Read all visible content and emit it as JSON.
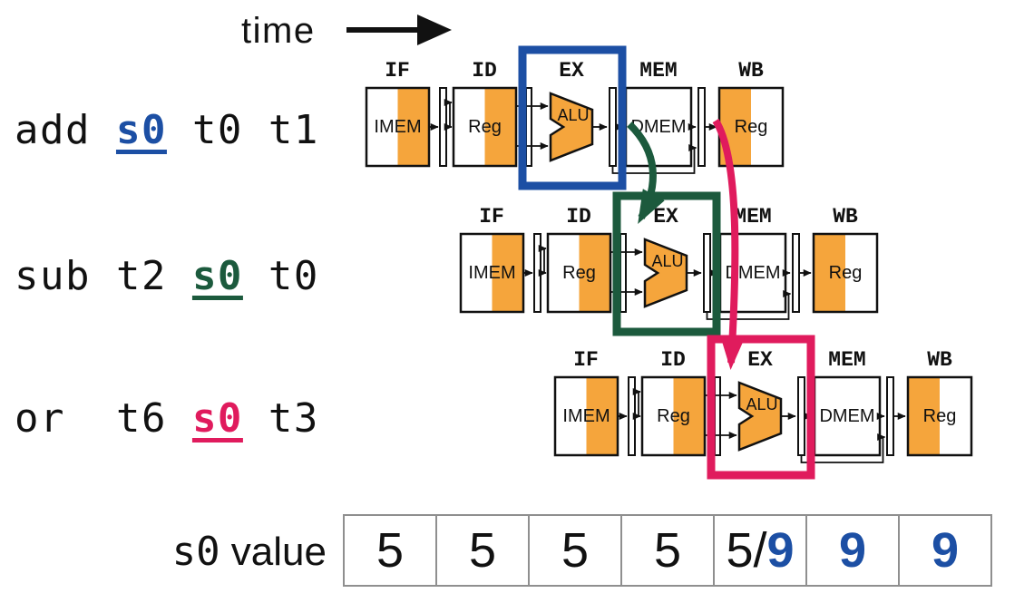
{
  "time_label": "time",
  "colors": {
    "blue": "#1C4FA4",
    "green": "#1C5A3D",
    "pink": "#E01B5D",
    "orange": "#F5A53C",
    "ink": "#111111",
    "table_border": "#8F8F8F"
  },
  "pipeline": {
    "stage_labels": [
      "IF",
      "ID",
      "EX",
      "MEM",
      "WB"
    ],
    "unit_labels": [
      "IMEM",
      "Reg",
      "ALU",
      "DMEM",
      "Reg"
    ]
  },
  "rows": [
    {
      "instruction": {
        "pre": "add ",
        "reg": "s0",
        "post": " t0 t1"
      },
      "accent": "blue"
    },
    {
      "instruction": {
        "pre": "sub t2 ",
        "reg": "s0",
        "post": " t0"
      },
      "accent": "green"
    },
    {
      "instruction": {
        "pre": "or  t6 ",
        "reg": "s0",
        "post": " t3"
      },
      "accent": "pink"
    }
  ],
  "forward_arrows": [
    {
      "name": "forward-ex-mem-to-ex",
      "accent": "green"
    },
    {
      "name": "forward-wb-to-ex",
      "accent": "pink"
    }
  ],
  "s0_table": {
    "label_reg": "s0",
    "label_text": " value",
    "cells": [
      {
        "parts": [
          {
            "text": "5",
            "accent": false
          }
        ]
      },
      {
        "parts": [
          {
            "text": "5",
            "accent": false
          }
        ]
      },
      {
        "parts": [
          {
            "text": "5",
            "accent": false
          }
        ]
      },
      {
        "parts": [
          {
            "text": "5",
            "accent": false
          }
        ]
      },
      {
        "parts": [
          {
            "text": "5/",
            "accent": false
          },
          {
            "text": "9",
            "accent": true
          }
        ]
      },
      {
        "parts": [
          {
            "text": "9",
            "accent": true
          }
        ]
      },
      {
        "parts": [
          {
            "text": "9",
            "accent": true
          }
        ]
      }
    ]
  }
}
